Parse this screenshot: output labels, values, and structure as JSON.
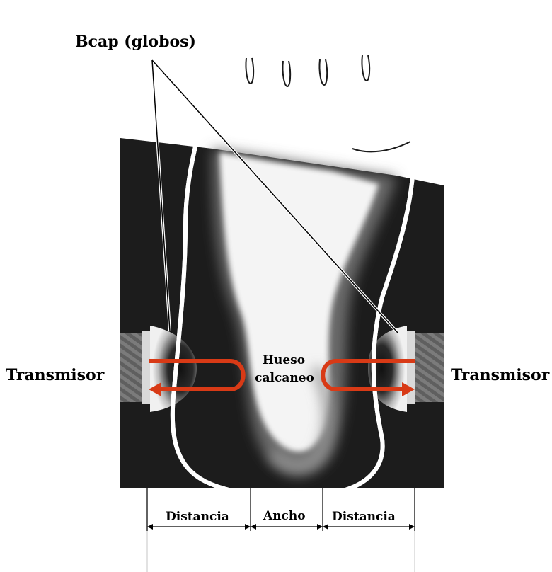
{
  "labels": {
    "balloons": "Bcap (globos)",
    "transmitter_left": "Transmisor",
    "transmitter_right": "Transmisor",
    "bone_line1": "Hueso",
    "bone_line2": "calcaneo",
    "distance_left": "Distancia",
    "width": "Ancho",
    "distance_right": "Distancia"
  },
  "colors": {
    "ultrasound_path": "#d83a16",
    "xray_background": "#1c1c1c",
    "bone": "#f4f4f4",
    "outline": "#1a1a1a"
  }
}
